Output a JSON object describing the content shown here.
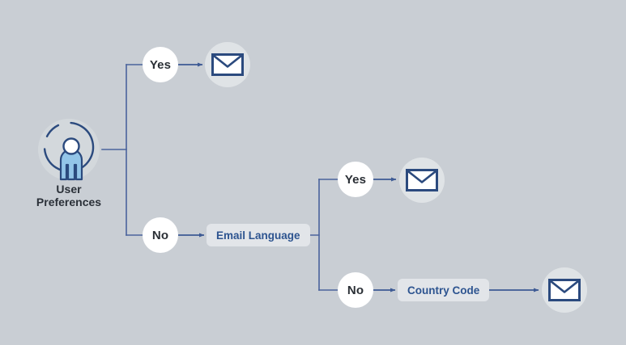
{
  "diagram": {
    "type": "flowchart",
    "title": "User Preferences email routing decision flow",
    "background_color": "#c9ced4",
    "colors": {
      "connector": "#4a639c",
      "navy": "#2b4a7e",
      "accent_blue": "#2d5490",
      "person_body": "#93c5e8",
      "circle_fill": "#ffffff",
      "box_fill": "#e2e5e9",
      "icon_circle_fill": "#dfe3e6",
      "text_dark": "#2a2f35"
    },
    "start": {
      "icon": "user-circle-icon",
      "caption_line_1": "User",
      "caption_line_2": "Preferences"
    },
    "nodes": [
      {
        "id": "yes-1",
        "label": "Yes",
        "shape": "circle"
      },
      {
        "id": "no-1",
        "label": "No",
        "shape": "circle"
      },
      {
        "id": "email-language",
        "label": "Email Language",
        "shape": "box"
      },
      {
        "id": "yes-2",
        "label": "Yes",
        "shape": "circle"
      },
      {
        "id": "no-2",
        "label": "No",
        "shape": "circle"
      },
      {
        "id": "country-code",
        "label": "Country Code",
        "shape": "box"
      }
    ],
    "endpoints": [
      {
        "id": "envelope-1",
        "icon": "envelope-icon"
      },
      {
        "id": "envelope-2",
        "icon": "envelope-icon"
      },
      {
        "id": "envelope-3",
        "icon": "envelope-icon"
      }
    ]
  }
}
